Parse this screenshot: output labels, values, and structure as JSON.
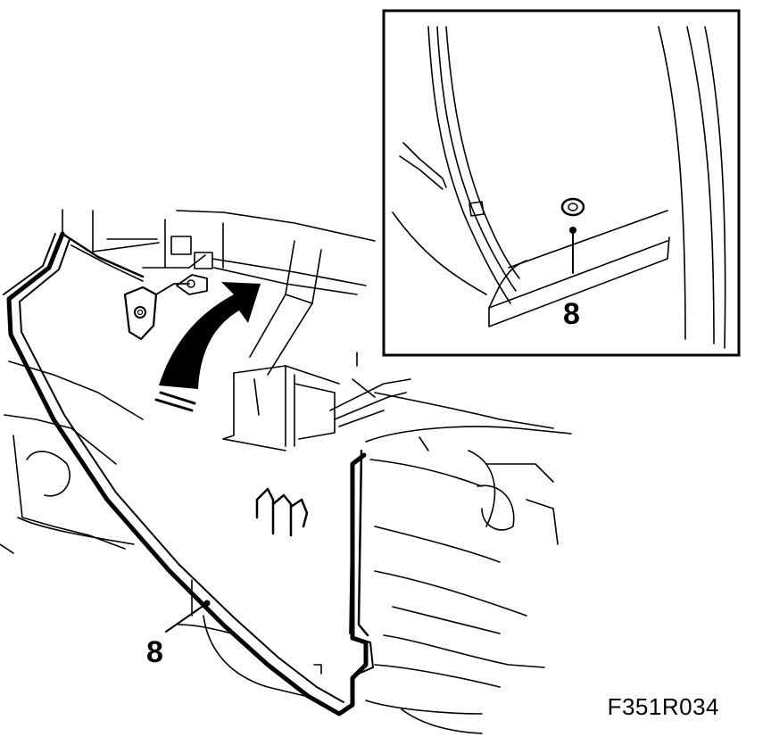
{
  "figure": {
    "code": "F351R034",
    "callouts": [
      {
        "id": "main",
        "label": "8"
      },
      {
        "id": "inset",
        "label": "8"
      }
    ]
  },
  "colors": {
    "ink": "#000000",
    "paper": "#ffffff"
  },
  "icons": {
    "arrow": "curved-arrow-icon"
  }
}
